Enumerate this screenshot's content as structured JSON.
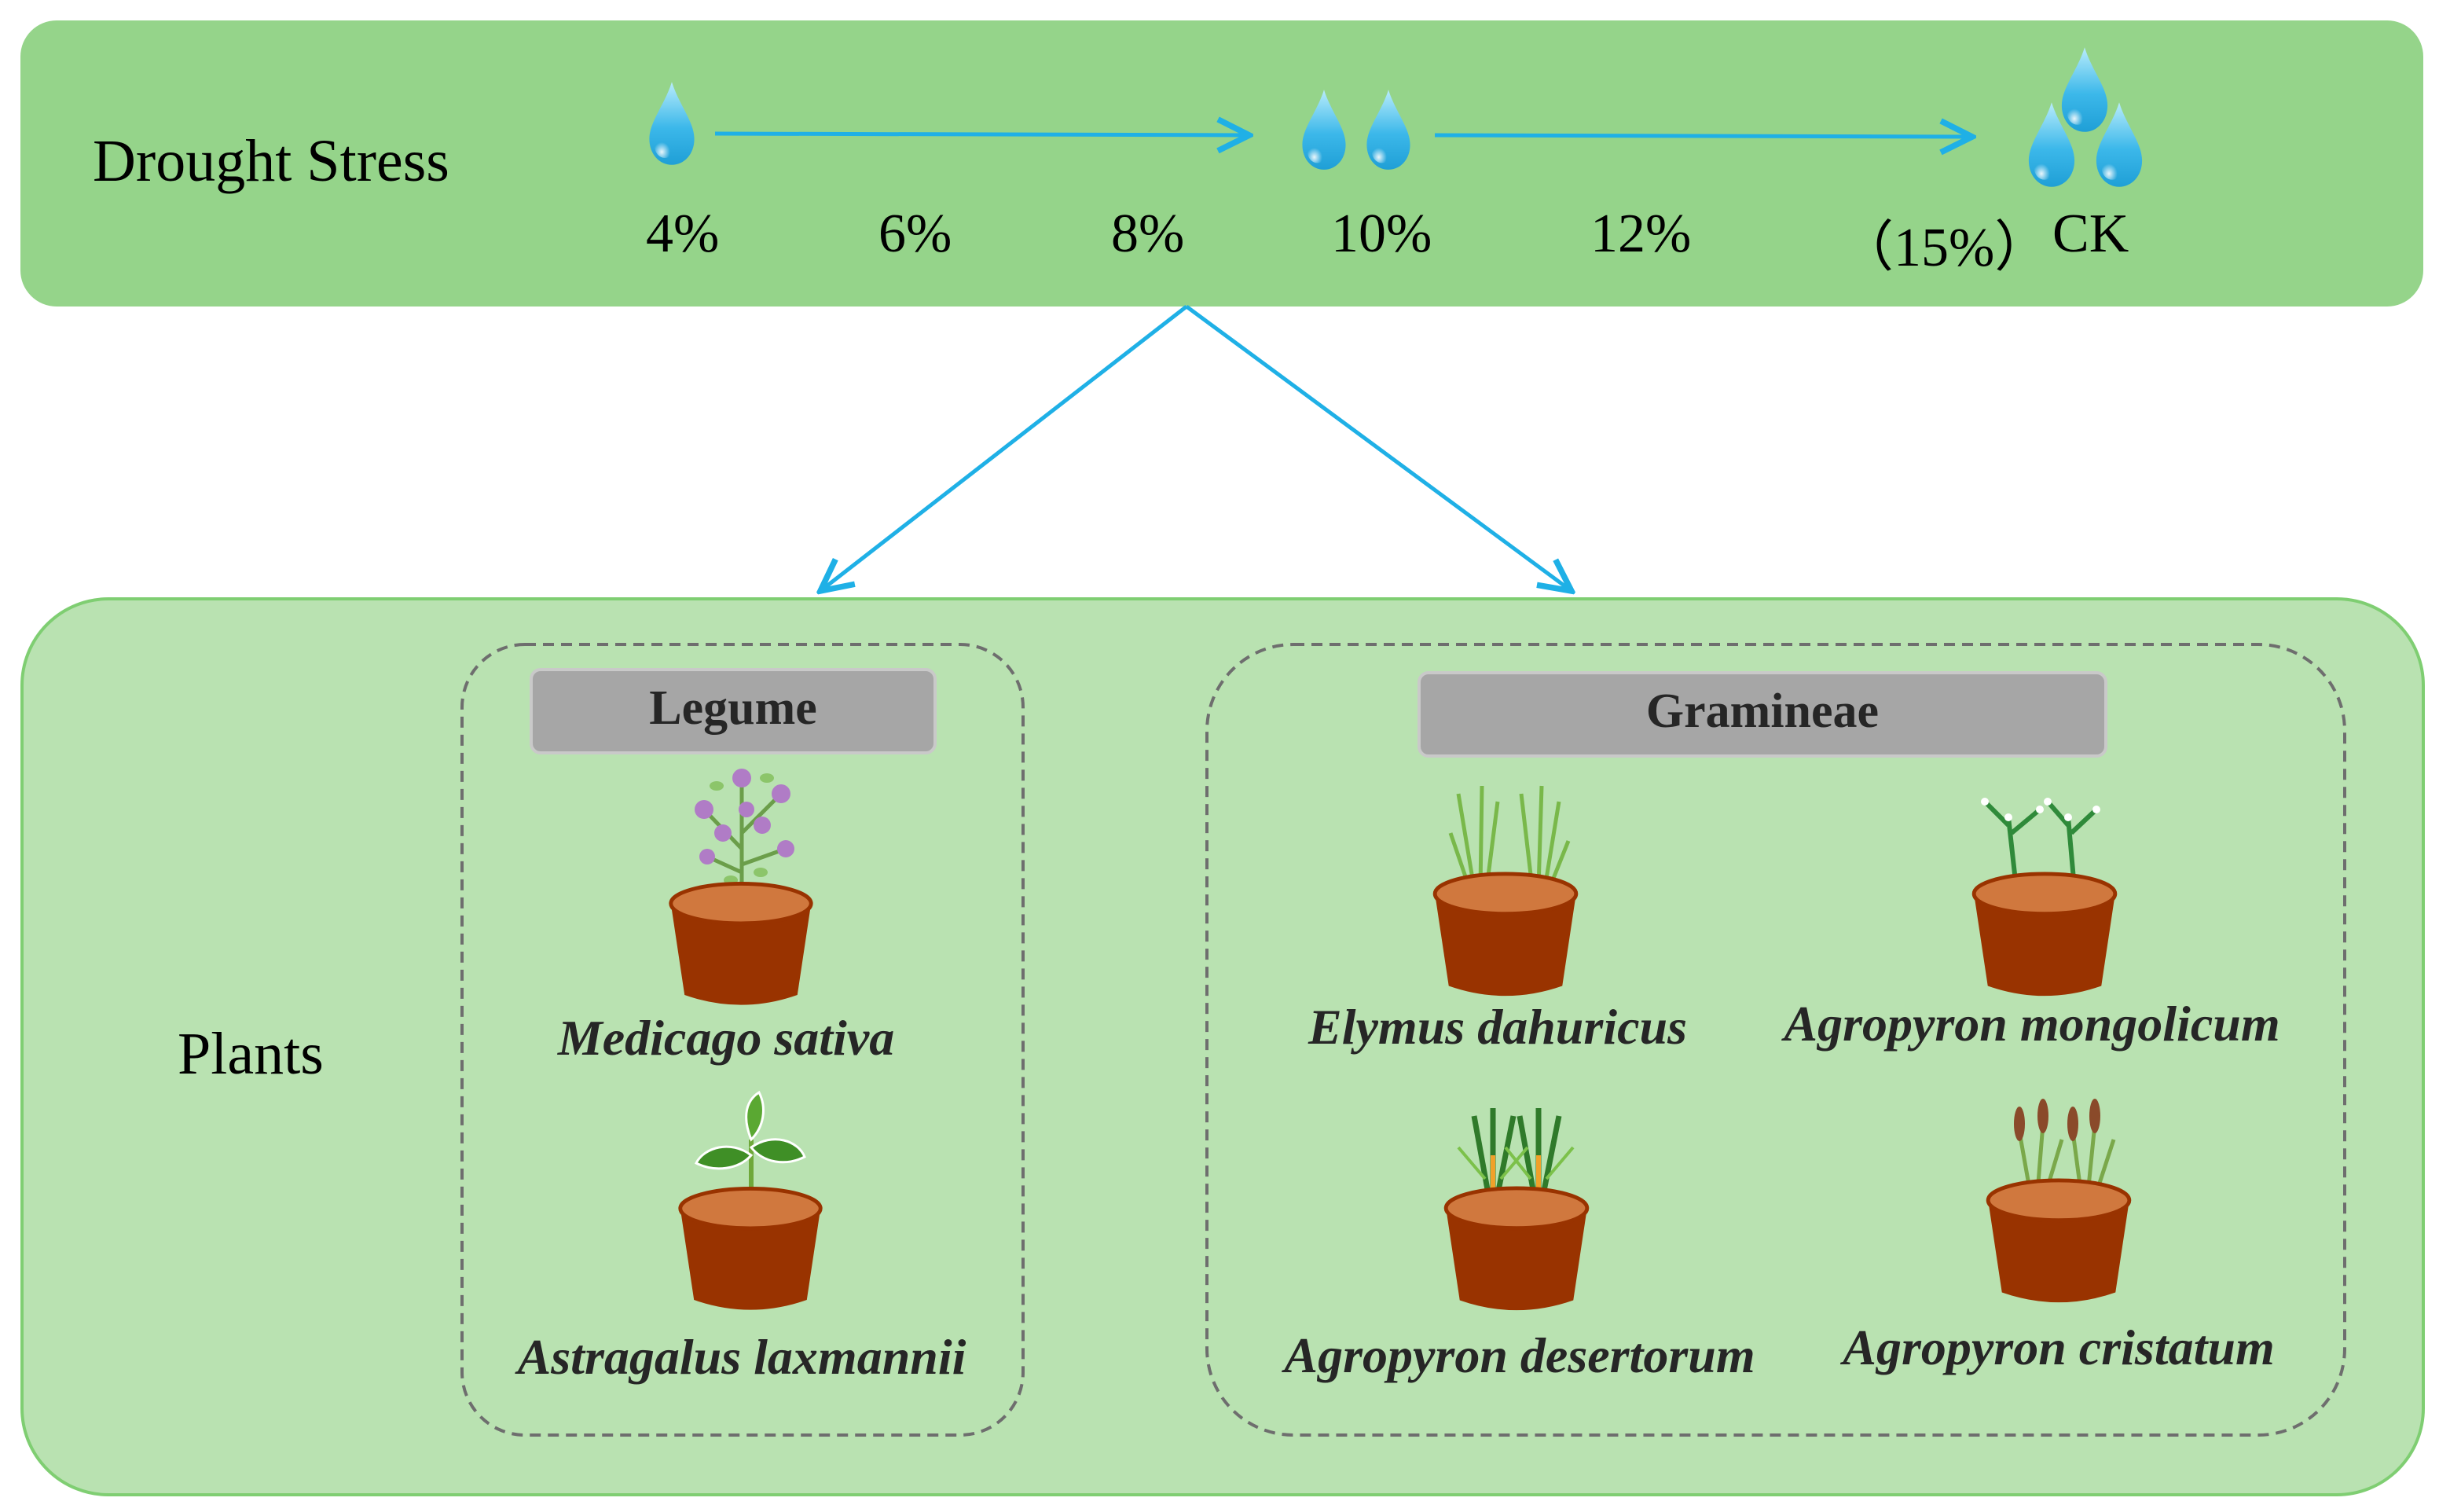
{
  "drought": {
    "title": "Drought Stress",
    "levels": [
      "4%",
      "6%",
      "8%",
      "10%",
      "12%"
    ],
    "control": "（15%）",
    "control_short": "CK"
  },
  "plants": {
    "title": "Plants",
    "legume": {
      "title": "Legume",
      "species": [
        "Medicago sativa",
        "Astragalus laxmannii"
      ]
    },
    "gramineae": {
      "title": "Gramineae",
      "species": [
        "Elymus dahuricus",
        "Agropyron mongolicum",
        "Agropyron desertorum",
        "Agropyron cristatum"
      ]
    }
  },
  "colors": {
    "top_panel": "#95d48a",
    "bottom_panel": "#b9e2b1",
    "arrow": "#1fb0e6",
    "group_box": "#a6a6a6",
    "pot": "#993300",
    "soil": "#d0783e"
  },
  "icons": [
    "water-drop-icon",
    "pot-icon"
  ]
}
